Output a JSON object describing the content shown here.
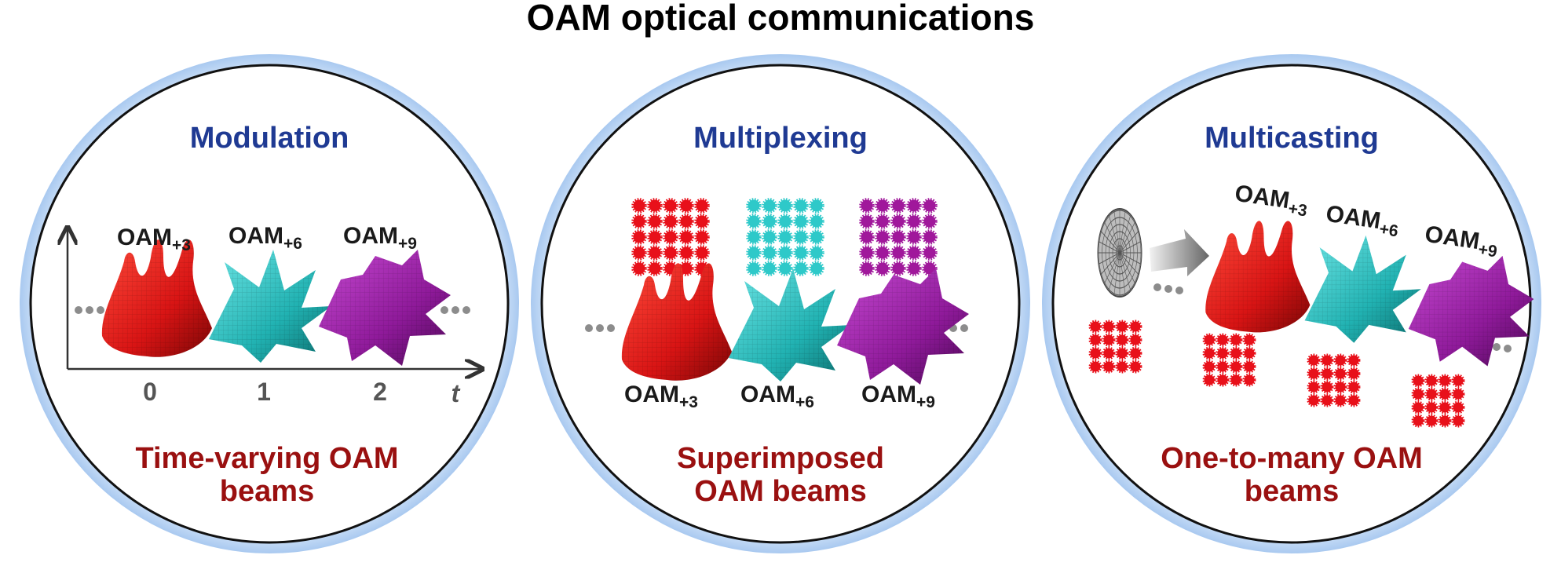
{
  "title": "OAM optical communications",
  "panels": [
    {
      "heading": "Modulation",
      "caption_lines": [
        "Time-varying OAM",
        "beams"
      ],
      "beam_labels": [
        {
          "base": "OAM",
          "sub": "+3"
        },
        {
          "base": "OAM",
          "sub": "+6"
        },
        {
          "base": "OAM",
          "sub": "+9"
        }
      ],
      "axis_ticks": [
        "0",
        "1",
        "2"
      ],
      "axis_var": "t"
    },
    {
      "heading": "Multiplexing",
      "caption_lines": [
        "Superimposed",
        "OAM beams"
      ],
      "beam_labels": [
        {
          "base": "OAM",
          "sub": "+3"
        },
        {
          "base": "OAM",
          "sub": "+6"
        },
        {
          "base": "OAM",
          "sub": "+9"
        }
      ]
    },
    {
      "heading": "Multicasting",
      "caption_lines": [
        "One-to-many OAM",
        "beams"
      ],
      "beam_labels": [
        {
          "base": "OAM",
          "sub": "+3"
        },
        {
          "base": "OAM",
          "sub": "+6"
        },
        {
          "base": "OAM",
          "sub": "+9"
        }
      ]
    }
  ],
  "colors": {
    "heading": "#1f3a93",
    "caption": "#9a1010",
    "beam_red": "#d81414",
    "beam_cyan": "#21b2b2",
    "beam_purple": "#8f1a9a",
    "spot_red": "#e8101a",
    "spot_cyan": "#2ec9c9",
    "spot_purple": "#a0189b",
    "circle_glow": "#a9c9f0",
    "circle_line": "#111111"
  }
}
